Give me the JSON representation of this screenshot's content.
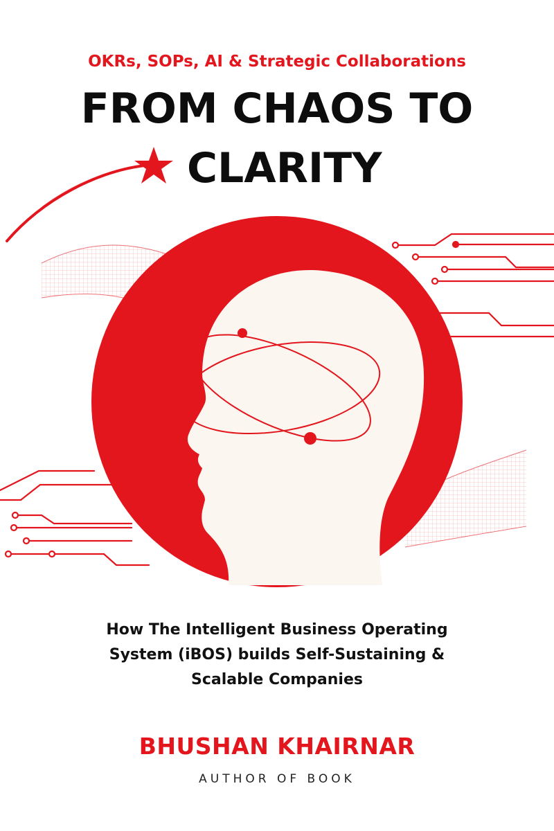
{
  "cover": {
    "kicker": "OKRs, SOPs, AI &  Strategic Collaborations",
    "title_line_1": "FROM CHAOS TO",
    "title_line_2": "CLARITY",
    "subtitle_line_1": "How The Intelligent Business Operating",
    "subtitle_line_2": "System (iBOS) builds Self-Sustaining &",
    "subtitle_line_3": "Scalable Companies",
    "author": "BHUSHAN KHAIRNAR",
    "author_role": "AUTHOR OF BOOK"
  },
  "colors": {
    "accent_red": "#e3161e",
    "title_black": "#0d0d0d",
    "head_fill": "#fbf6ef",
    "background": "#ffffff"
  },
  "icons": {
    "star": "star-icon",
    "head": "human-head-silhouette",
    "orbit": "orbit-rings"
  }
}
